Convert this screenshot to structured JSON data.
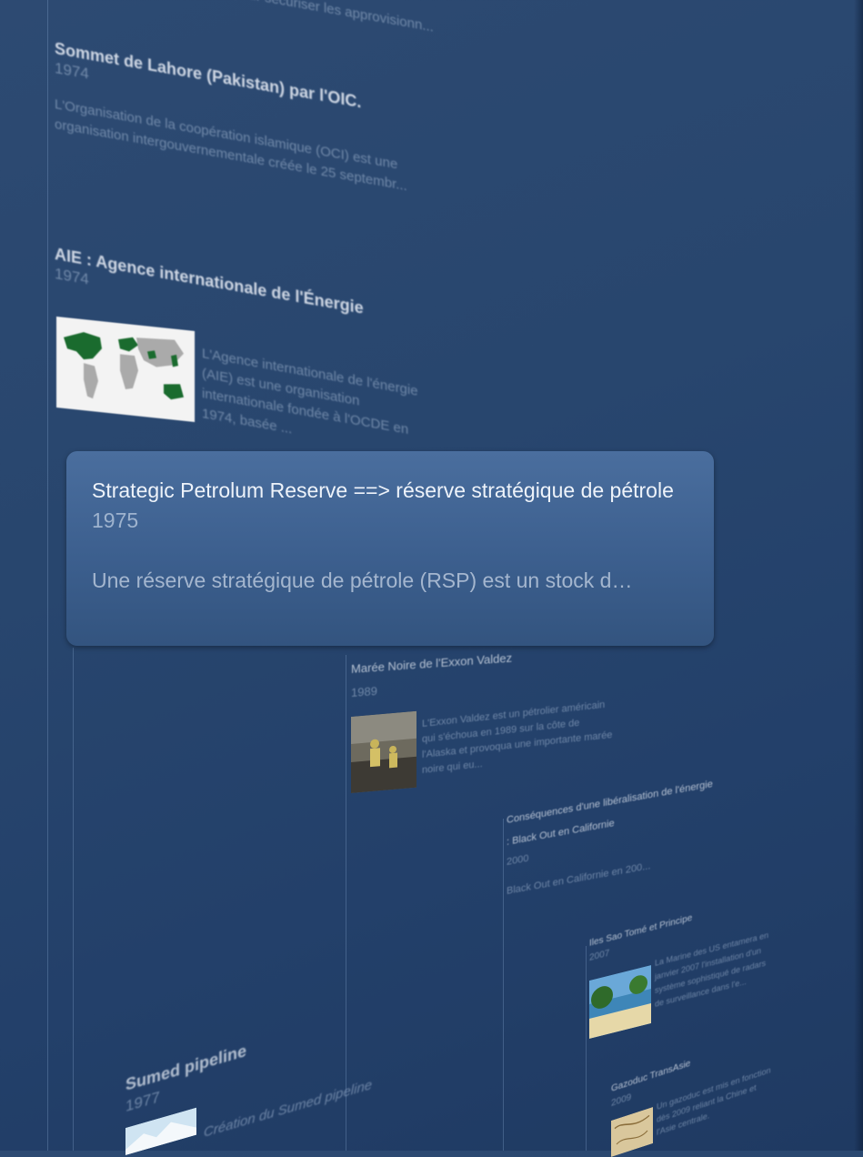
{
  "timeline": {
    "back_events": [
      {
        "title": "",
        "year": "",
        "description": "France - Arabie pour sécuriser les approvisionn..."
      },
      {
        "title": "Sommet de Lahore (Pakistan) par l'OIC.",
        "year": "1974",
        "description": "L'Organisation de la coopération islamique (OCI) est une organisation intergouvernementale créée le 25 septembr..."
      },
      {
        "title": "AIE : Agence internationale de l'Énergie",
        "year": "1974",
        "description": "L'Agence internationale de l'énergie (AIE) est une organisation internationale fondée à l'OCDE en 1974, basée ..."
      }
    ],
    "focused_event": {
      "title": "Strategic Petrolum Reserve ==> réserve stratégique de pétrole",
      "year": "1975",
      "description": "Une réserve stratégique de pétrole (RSP) est un stock d…"
    },
    "deep_events": [
      {
        "title": "Marée Noire de l'Exxon Valdez",
        "year": "1989",
        "description": "L'Exxon Valdez est un pétrolier américain qui s'échoua en 1989 sur la côte de l'Alaska et provoqua une importante marée noire qui eu..."
      },
      {
        "title": "Conséquences d'une libéralisation de l'énergie : Black Out en Californie",
        "year": "2000",
        "description": "Black Out en Californie en 200..."
      },
      {
        "title": "Iles Sao Tomé et Principe",
        "year": "2007",
        "description": "La Marine des US entamera en janvier 2007 l'installation d'un système sophistiqué de radars de surveillance dans l'e..."
      },
      {
        "title": "Gazoduc TransAsie",
        "year": "2009",
        "description": "Un gazoduc est mis en fonction dès 2009 reliant la Chine et l'Asie centrale."
      },
      {
        "title": "Sumed pipeline",
        "year": "1977",
        "description": "Création du Sumed pipeline"
      }
    ]
  },
  "colors": {
    "background": "#274469",
    "card": "#3f6392",
    "map_highlight": "#1a6b2e"
  }
}
